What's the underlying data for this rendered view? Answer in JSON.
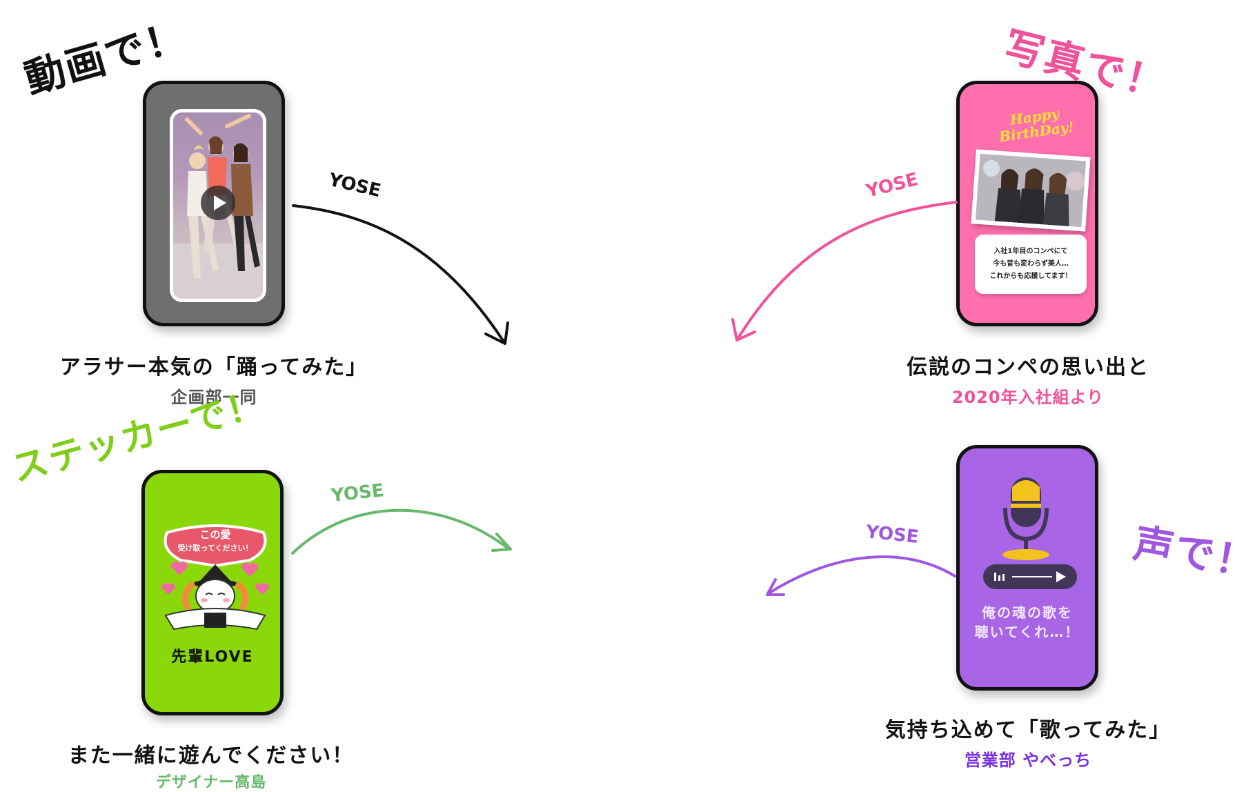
{
  "video": {
    "headline": "動画で！",
    "yose": "YOSE",
    "caption": "アラサー本気の「踊ってみた」",
    "sender": "企画部一同",
    "colors": {
      "accent": "#111111",
      "phone": "#707070",
      "sender": "#555555"
    }
  },
  "photo": {
    "headline": "写真で！",
    "yose": "YOSE",
    "card_title": "Happy BirthDay!",
    "message_lines": [
      "入社1年目のコンペにて",
      "今も昔も変わらず美人…",
      "これからも応援してます！"
    ],
    "caption": "伝説のコンペの思い出と",
    "sender": "2020年入社組より",
    "colors": {
      "accent": "#f0529a",
      "phone": "#ff6fae",
      "title": "#ffe234"
    }
  },
  "sticker": {
    "headline": "ステッカーで！",
    "yose": "YOSE",
    "bubble_lines": [
      "この愛",
      "受け取ってください！"
    ],
    "label": "先輩LOVE",
    "caption": "また一緒に遊んでください！",
    "sender": "デザイナー高島",
    "colors": {
      "accent": "#7fcf1a",
      "phone": "#8bd80a",
      "arrow": "#66b86a"
    }
  },
  "voice": {
    "headline": "声で！",
    "yose": "YOSE",
    "message_lines": [
      "俺の魂の歌を",
      "聴いてくれ…！"
    ],
    "caption": "気持ち込めて「歌ってみた」",
    "sender": "営業部 やべっち",
    "icons": [
      "microphone-icon",
      "audio-bars-icon",
      "play-icon"
    ],
    "colors": {
      "accent": "#a057e0",
      "phone": "#a866e6",
      "sender": "#7b2fe0"
    }
  }
}
